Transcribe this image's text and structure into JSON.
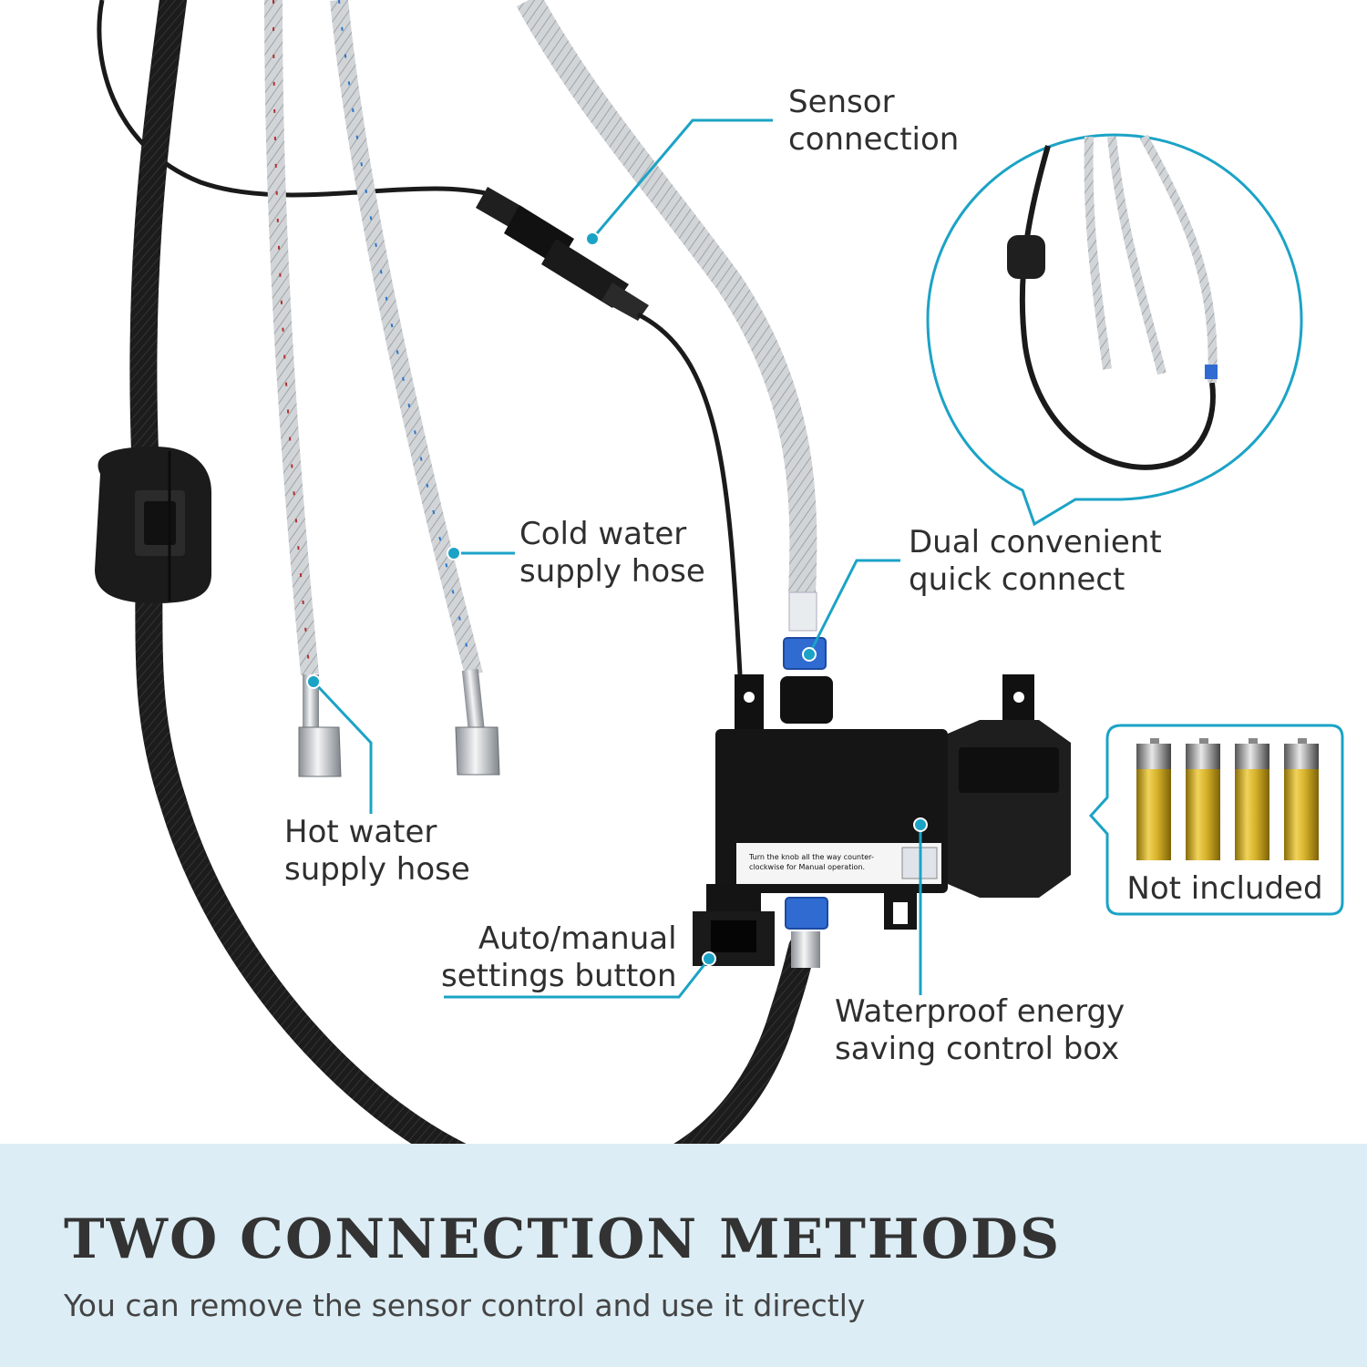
{
  "callouts": {
    "sensor_connection": [
      "Sensor",
      "connection"
    ],
    "cold_water_hose": [
      "Cold water",
      "supply hose"
    ],
    "dual_quick_connect": [
      "Dual convenient",
      "quick connect"
    ],
    "hot_water_hose": [
      "Hot water",
      "supply hose"
    ],
    "auto_manual_button": [
      "Auto/manual",
      "settings button"
    ],
    "control_box": [
      "Waterproof energy",
      "saving control box"
    ]
  },
  "batteries": {
    "count": 4,
    "note": "Not included"
  },
  "control_box_label": "Turn the knob all the way counter-clockwise for Manual operation.",
  "footer": {
    "title": "TWO CONNECTION METHODS",
    "subtitle": "You can remove the sensor control and use it directly"
  },
  "colors": {
    "accent_line": "#1ba3c6",
    "footer_band": "#dcedf5",
    "hose_black": "#1a1a1a",
    "steel_hose": "#c9cccf",
    "quick_connect_blue": "#2f6bd1",
    "battery_gold": "#c9a316"
  }
}
